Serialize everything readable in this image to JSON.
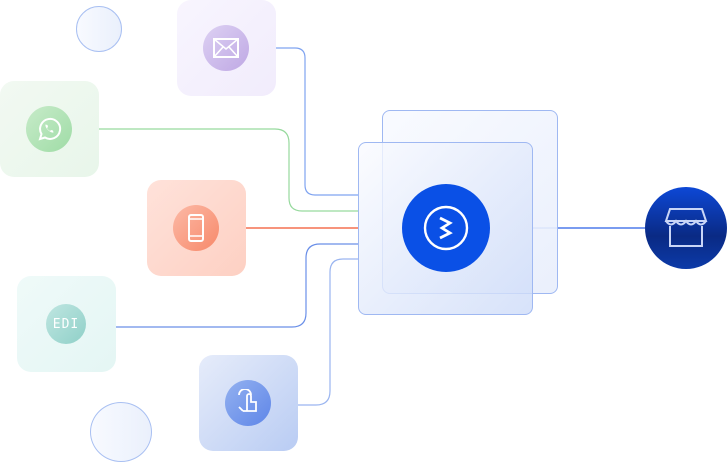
{
  "sources": [
    {
      "name": "email",
      "icon": "envelope-icon",
      "color": "#c3b0e6"
    },
    {
      "name": "whatsapp",
      "icon": "whatsapp-icon",
      "color": "#a8dfae"
    },
    {
      "name": "mobile",
      "icon": "phone-icon",
      "color": "#f99a80"
    },
    {
      "name": "edi",
      "label": "EDI",
      "icon": "edi-icon",
      "color": "#93d3cc"
    },
    {
      "name": "touch",
      "icon": "tap-icon",
      "color": "#6e93ea"
    }
  ],
  "hub": {
    "icon": "hub-logo-icon",
    "color": "#0a50e6"
  },
  "destination": {
    "icon": "storefront-icon",
    "color": "#0b2a86"
  }
}
